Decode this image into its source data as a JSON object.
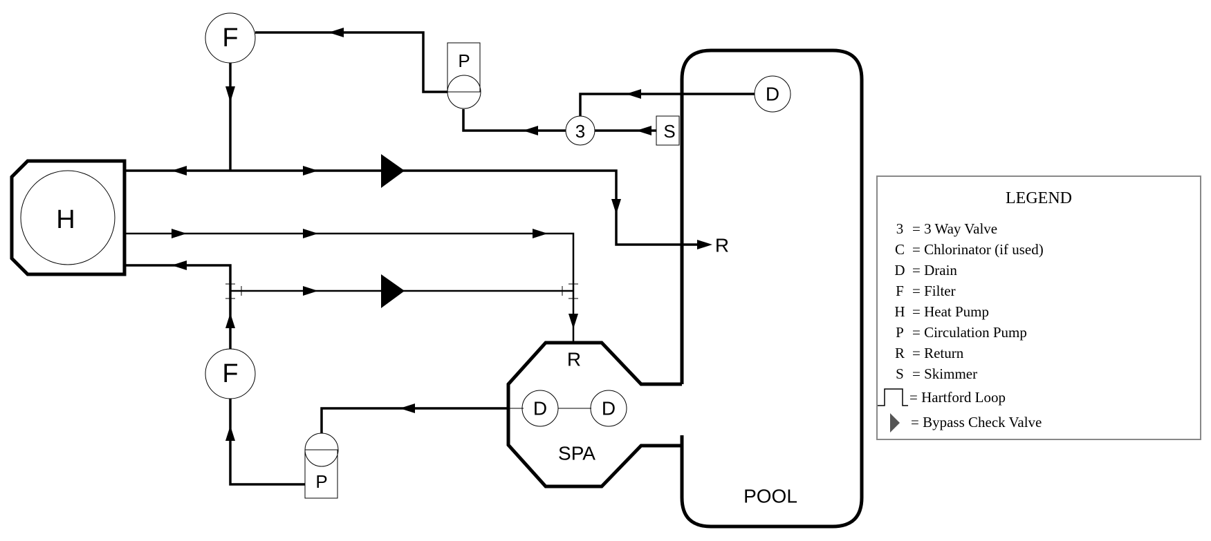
{
  "diagram": {
    "labels": {
      "heat_pump": "H",
      "filter_top": "F",
      "filter_bottom": "F",
      "pump_top": "P",
      "pump_bottom": "P",
      "three_way_valve": "3",
      "skimmer": "S",
      "pool_drain": "D",
      "pool_return": "R",
      "spa_return": "R",
      "spa_drain_1": "D",
      "spa_drain_2": "D",
      "spa": "SPA",
      "pool": "POOL"
    }
  },
  "legend": {
    "title": "LEGEND",
    "items": [
      {
        "key": "3",
        "value": "= 3 Way Valve"
      },
      {
        "key": "C",
        "value": "= Chlorinator (if used)"
      },
      {
        "key": "D",
        "value": "= Drain"
      },
      {
        "key": "F",
        "value": "= Filter"
      },
      {
        "key": "H",
        "value": "= Heat Pump"
      },
      {
        "key": "P",
        "value": "= Circulation Pump"
      },
      {
        "key": "R",
        "value": "= Return"
      },
      {
        "key": "S",
        "value": "= Skimmer"
      }
    ],
    "hartford_loop": "= Hartford Loop",
    "bypass_check_valve": "= Bypass Check Valve",
    "check_valve_color": "#555555"
  }
}
